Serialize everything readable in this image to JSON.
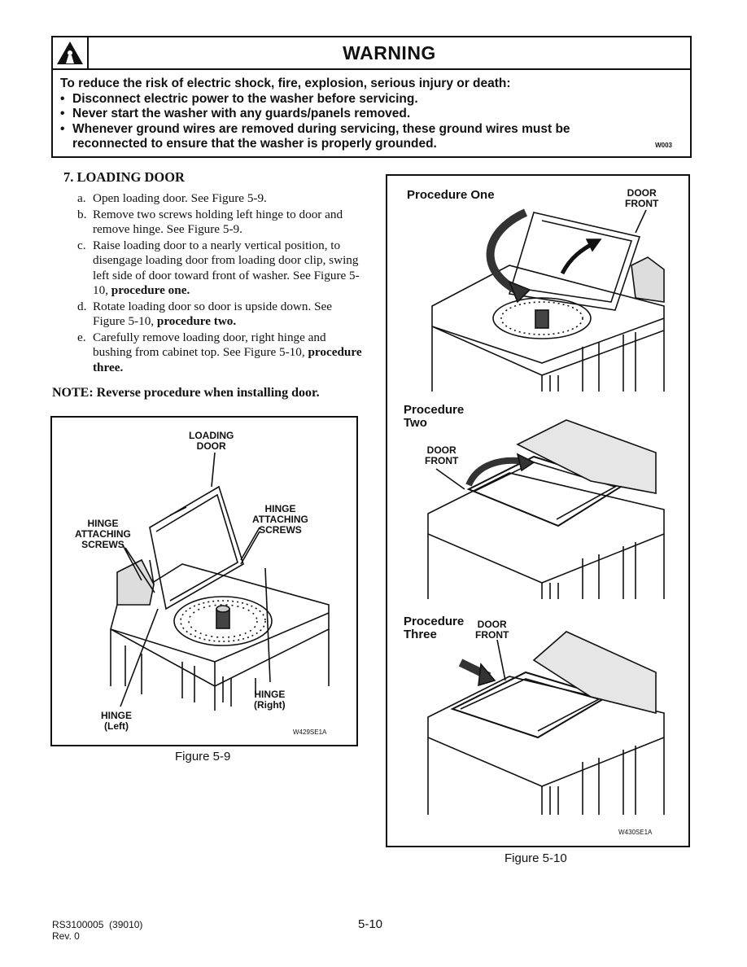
{
  "warning": {
    "title": "WARNING",
    "intro": "To reduce the risk of electric shock, fire, explosion, serious injury or death:",
    "bullets": [
      "Disconnect electric power to the washer before servicing.",
      "Never start the washer with any guards/panels removed.",
      "Whenever ground wires are removed during servicing, these ground wires must be reconnected to ensure that the washer is properly grounded."
    ],
    "code": "W003",
    "icon": "warning-triangle-icon"
  },
  "section": {
    "title": "7. LOADING DOOR",
    "steps": [
      {
        "letter": "a.",
        "text": "Open loading door. See Figure 5-9.",
        "bold": ""
      },
      {
        "letter": "b.",
        "text": "Remove two screws holding left hinge to door and remove hinge. See Figure 5-9.",
        "bold": ""
      },
      {
        "letter": "c.",
        "text": "Raise loading door to a nearly vertical position, to disengage loading door from loading door clip, swing left side of door toward front of washer. See Figure 5-10, ",
        "bold": "procedure one."
      },
      {
        "letter": "d.",
        "text": "Rotate loading door so door is upside down. See Figure 5-10, ",
        "bold": "procedure two."
      },
      {
        "letter": "e.",
        "text": "Carefully remove loading door, right hinge and bushing from cabinet top. See Figure 5-10, ",
        "bold": "procedure three."
      }
    ],
    "note": "NOTE: Reverse procedure when installing door."
  },
  "figure9": {
    "caption": "Figure 5-9",
    "code": "W429SE1A",
    "labels": {
      "loading_door": "LOADING\nDOOR",
      "hinge_screws_left": "HINGE\nATTACHING\nSCREWS",
      "hinge_screws_right": "HINGE\nATTACHING\nSCREWS",
      "hinge_left": "HINGE\n(Left)",
      "hinge_right": "HINGE\n(Right)"
    }
  },
  "figure10": {
    "caption": "Figure 5-10",
    "code": "W430SE1A",
    "proc_one": "Procedure One",
    "proc_two": "Procedure\nTwo",
    "proc_three": "Procedure\nThree",
    "door_front": "DOOR\nFRONT"
  },
  "footer": {
    "doc": "RS3100005  (39010)",
    "rev": "Rev. 0",
    "page": "5-10"
  }
}
